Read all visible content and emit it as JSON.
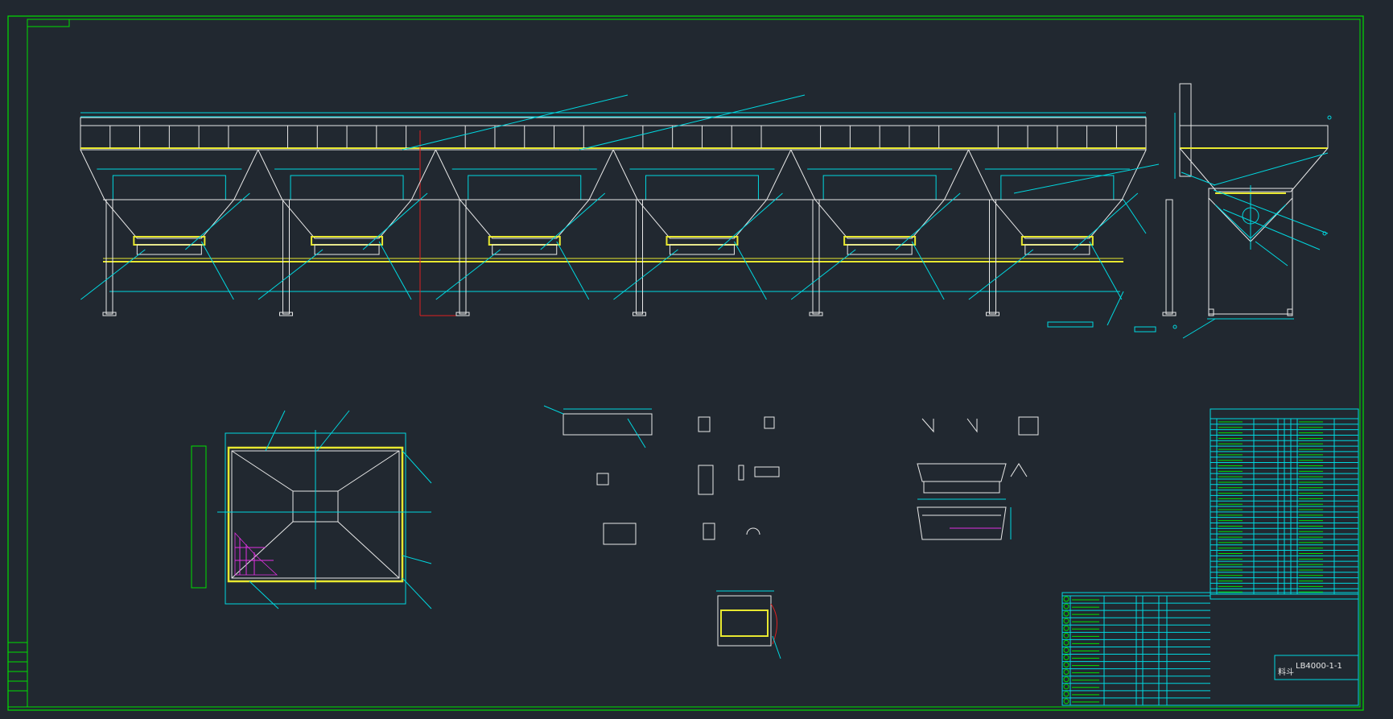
{
  "drawing": {
    "number": "LB4000-1-1",
    "part_label": "料斗"
  },
  "colors": {
    "background": "#212830",
    "frame": "#00e000",
    "dimension": "#00d8e0",
    "outline": "#e8e8e8",
    "steel": "#e8e830",
    "centerline": "#e02020",
    "hatch": "#e030e0"
  },
  "bom": {
    "row_count": 32,
    "std_row_count": 15
  }
}
